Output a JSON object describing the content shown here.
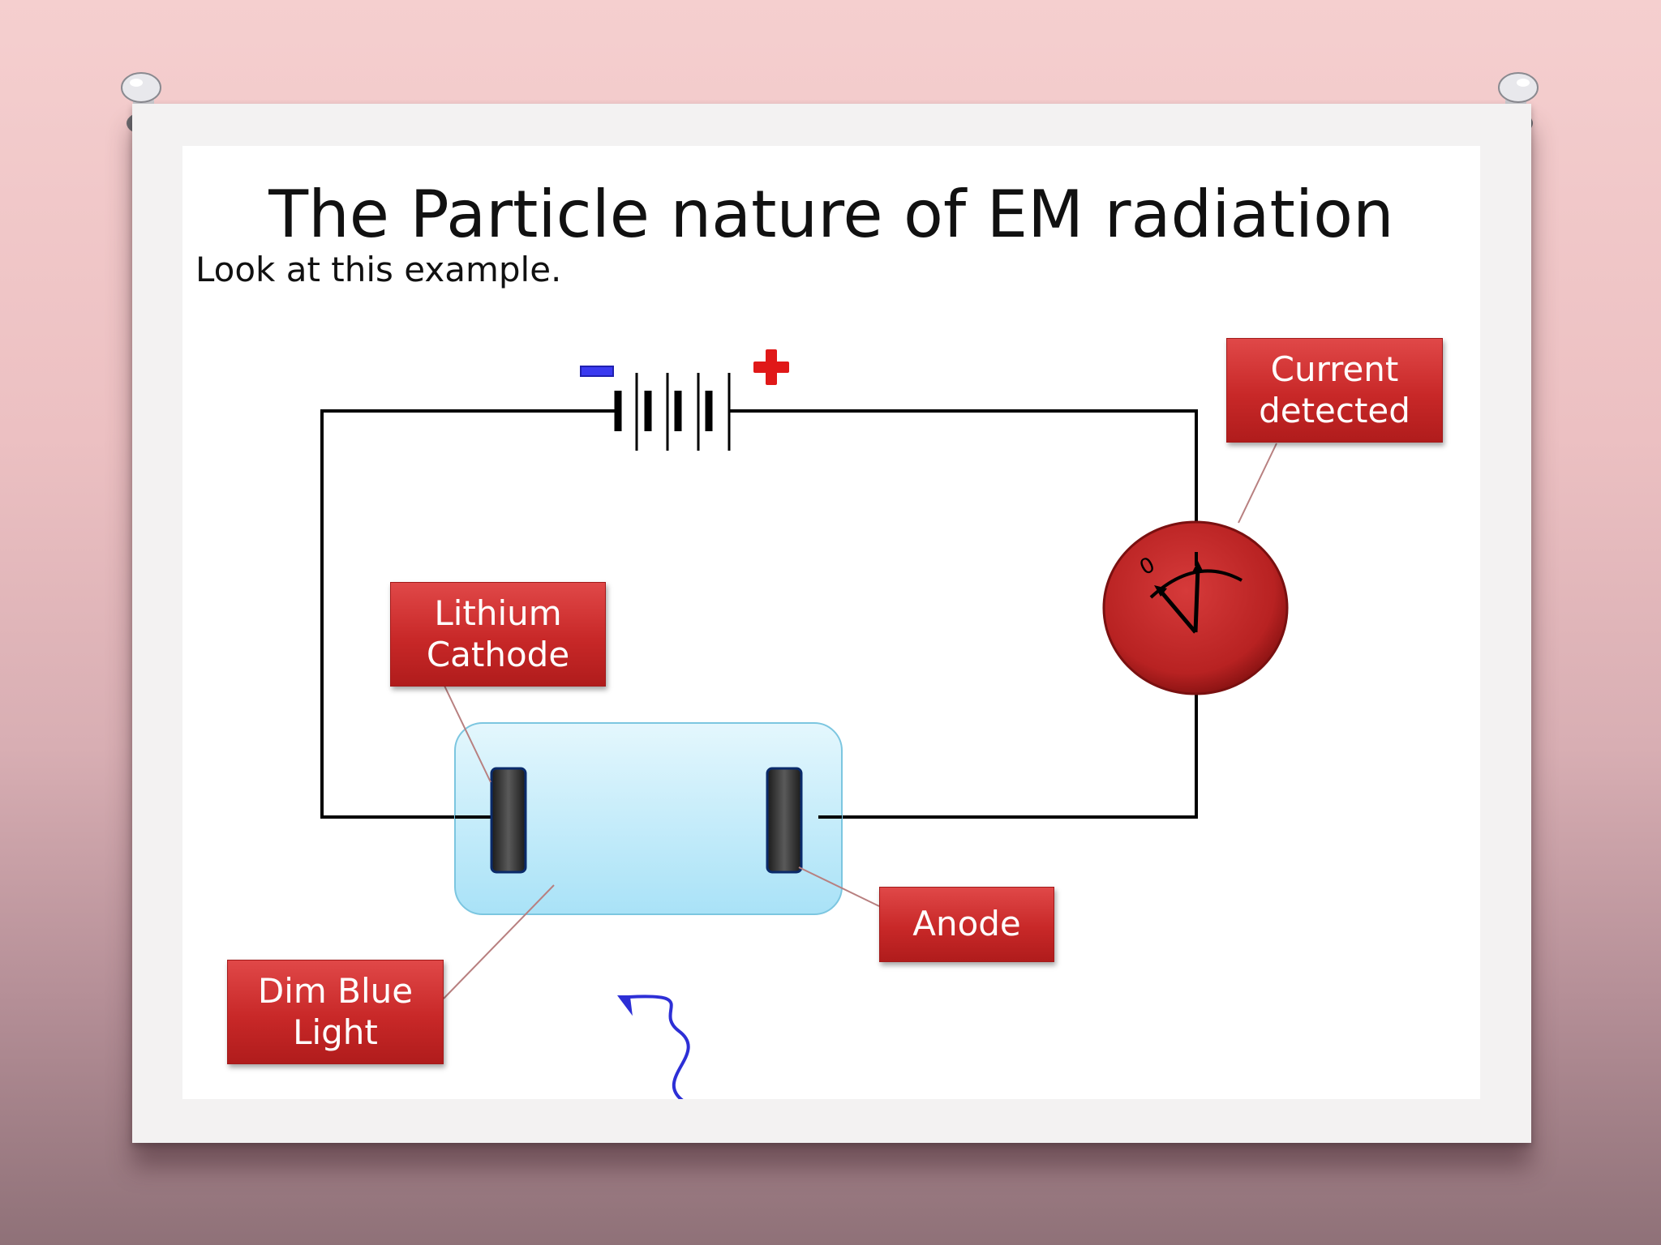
{
  "slide": {
    "title": "The Particle nature of EM radiation",
    "subtitle": "Look at this example."
  },
  "labels": {
    "current": {
      "line1": "Current",
      "line2": "detected"
    },
    "cathode": {
      "line1": "Lithium",
      "line2": "Cathode"
    },
    "light": {
      "line1": "Dim Blue",
      "line2": "Light"
    },
    "anode": {
      "line1": "Anode"
    }
  },
  "meter": {
    "zero_mark": "0"
  },
  "colors": {
    "label_red": "#c82828",
    "tube_blue": "#bfeaf8",
    "wave_blue": "#2d2fd6",
    "minus_blue": "#3a3af0",
    "plus_red": "#e01818"
  }
}
